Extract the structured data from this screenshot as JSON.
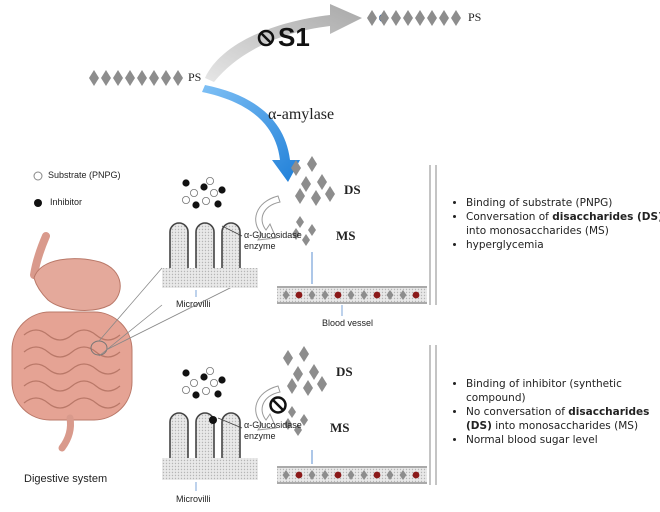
{
  "top": {
    "ps_left": "PS",
    "ps_right": "PS",
    "s1_label": "S1",
    "enzyme_label": "α-amylase"
  },
  "legend": {
    "substrate": "Substrate (PNPG)",
    "inhibitor": "Inhibitor"
  },
  "upper_panel": {
    "ds_label": "DS",
    "ms_label": "MS",
    "enzyme_label_line1": "α-Glucosidase",
    "enzyme_label_line2": "enzyme",
    "microvilli_label": "Microvilli",
    "vessel_label": "Blood vessel",
    "notes": [
      {
        "pre": "Binding of substrate (PNPG)",
        "bold": "",
        "post": ""
      },
      {
        "pre": "Conversation of ",
        "bold": "disaccharides (DS)",
        "post": " into monosaccharides (MS)"
      },
      {
        "pre": "hyperglycemia",
        "bold": "",
        "post": ""
      }
    ]
  },
  "lower_panel": {
    "ds_label": "DS",
    "ms_label": "MS",
    "enzyme_label_line1": "α-Glucosidase",
    "enzyme_label_line2": "enzyme",
    "microvilli_label": "Microvilli",
    "notes": [
      {
        "pre": "Binding of inhibitor (synthetic compound)",
        "bold": "",
        "post": ""
      },
      {
        "pre": "No conversation of ",
        "bold": "disaccharides (DS)",
        "post": " into monosaccharides (MS)"
      },
      {
        "pre": "Normal blood sugar level",
        "bold": "",
        "post": ""
      }
    ]
  },
  "digestive_label": "Digestive system",
  "colors": {
    "diamond": "#8d8d8d",
    "arrow_blue": "#2f8fe0",
    "arrow_gray": "#bdbdbd",
    "blood_red": "#8b1a1a",
    "organ_pink": "#d99a8c"
  }
}
